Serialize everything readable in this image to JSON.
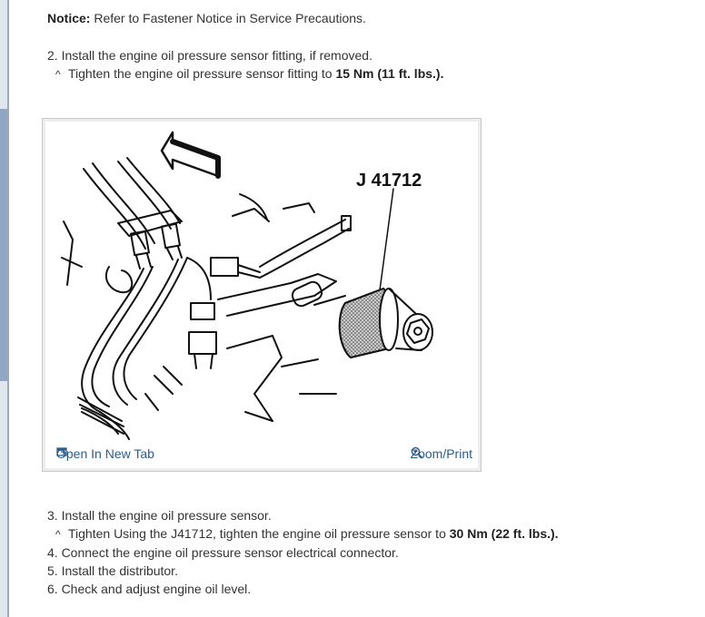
{
  "notice": {
    "label": "Notice:",
    "text": " Refer to Fastener Notice in Service Precautions."
  },
  "steps_top": [
    {
      "text": "2. Install the engine oil pressure sensor fitting, if removed."
    },
    {
      "prefix": "Tighten the engine oil pressure sensor fitting to ",
      "bold": "15 Nm (11 ft. lbs.).",
      "suffix": ""
    }
  ],
  "figure": {
    "tool_label": "J 41712",
    "open_tab_label": "Open In New Tab",
    "zoom_label": "Zoom/Print",
    "open_tab_icon": "open-in-new-tab-icon",
    "zoom_icon": "magnifier-zoom-icon"
  },
  "steps_bottom": [
    {
      "text": "3. Install the engine oil pressure sensor."
    },
    {
      "prefix": "Tighten Using the J41712, tighten the engine oil pressure sensor to ",
      "bold": "30 Nm (22 ft. lbs.).",
      "suffix": ""
    },
    {
      "text": "4. Connect the engine oil pressure sensor electrical connector."
    },
    {
      "text": "5. Install the distributor."
    },
    {
      "text": "6. Check and adjust engine oil level."
    }
  ],
  "caret_glyph": "^",
  "colors": {
    "link": "#2b5c8a",
    "text": "#333333",
    "frame": "#c9c9c9"
  }
}
